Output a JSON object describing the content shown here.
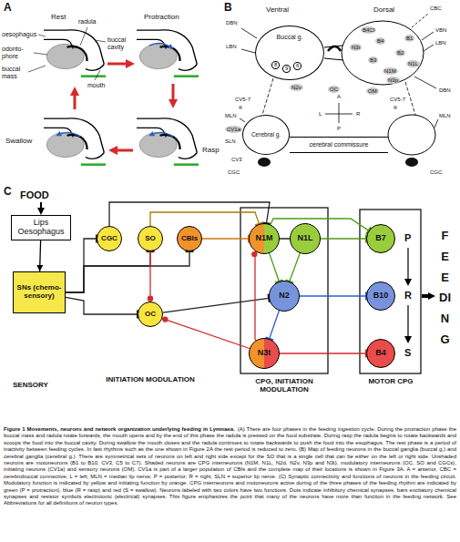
{
  "diagram": {
    "title": "Figure 1 Movements, neurons and network organization underlying feeding in Lymnaea.",
    "caption": "(A) There are four phases in the feeding ingestion cycle. During the protraction phase the buccal mass and radula rotate forwards, the mouth opens and by the end of this phase the radula is pressed on the food substrate. During rasp the radula begins to rotate backwards and scoops the food into the buccal cavity. During swallow the mouth closes and the radula continues to rotate backwards to push the food into the esophagus. The rest phase is a period of inactivity between feeding cycles. In fast rhythms such as the one shown in Figure 2A the rest period is reduced to zero. (B) Map of feeding neurons in the buccal ganglia (buccal g.) and cerebral ganglia (cerebral g.). There are symmetrical sets of neurons on left and right side except for the SO that is a single cell that can be either on the left or right side. Unshaded neurons are motoneurons (B1 to B10, CV3, C5 to C7). Shaded neurons are CPG interneurons (N1M, N1L, N2d, N2v, N3p and N3t), modulatory interneurons (OC, SO and CGCs), initiating neurons (CV1a) and sensory neurons (OM). CV1a is part of a larger population of CBIs and the complete map of their locations is shown in Figure 3A. A = anterior, CBC = cerebrobuccal connective; L = left; MLN = median lip nerve; P = posterior; R = right, SLN = superior lip nerve. (C) Synaptic connectivity and functions of neurons in the feeding circuit. Modulatory function is indicated by yellow and initiating function by orange. CPG interneurons and motoneurons active during of the three phases of the feeding rhythm are indicated by green (P = protraction), blue (R = rasp) and red (S = swallow). Neurons labeled with two colors have two functions. Dots indicate inhibitory chemical synapses, bars excitatory chemical synapses and resistor symbols electrotonic (electrical) synapses. This figure emphasizes the point that many of the neurons have more than function in the feeding network. See Abbreviations for all definitions of neuron types.",
    "nodes": [
      {
        "text": [
          "Buccal g."
        ]
      },
      {
        "text": [
          "Cerebral g."
        ]
      },
      {
        "text": [
          "cerebral commissure"
        ]
      },
      {
        "text": [
          "Lips Oesophagus"
        ]
      },
      {
        "text": [
          "SNs (chemo-sensory)"
        ]
      },
      {
        "text": [
          "CGC"
        ]
      },
      {
        "text": [
          "SO"
        ]
      },
      {
        "text": [
          "CBIs"
        ]
      },
      {
        "text": [
          "OC"
        ]
      },
      {
        "text": [
          "N1M"
        ]
      },
      {
        "text": [
          "N1L"
        ]
      },
      {
        "text": [
          "N2"
        ]
      },
      {
        "text": [
          "N3t"
        ]
      },
      {
        "text": [
          "B7"
        ]
      },
      {
        "text": [
          "B10"
        ]
      },
      {
        "text": [
          "B4"
        ]
      }
    ],
    "edges": [
      {
        "from": 3,
        "to": 4,
        "arrow": "to"
      },
      {
        "from": 4,
        "to": 5,
        "arrow": "to"
      },
      {
        "from": 4,
        "to": 6,
        "arrow": "to"
      },
      {
        "from": 4,
        "to": 7,
        "arrow": "to"
      },
      {
        "from": 4,
        "to": 8,
        "arrow": "to"
      },
      {
        "from": 5,
        "to": 9,
        "arrow": "to"
      },
      {
        "from": 6,
        "to": 9,
        "arrow": "to"
      },
      {
        "from": 7,
        "to": 9,
        "arrow": "to"
      },
      {
        "from": 8,
        "to": 11,
        "arrow": "to"
      },
      {
        "from": 6,
        "to": 8,
        "arrow": "to"
      },
      {
        "from": 9,
        "to": 10,
        "arrow": "none"
      },
      {
        "from": 9,
        "to": 11,
        "arrow": "to"
      },
      {
        "from": 10,
        "to": 11,
        "arrow": "to"
      },
      {
        "from": 11,
        "to": 12,
        "arrow": "to"
      },
      {
        "from": 12,
        "to": 9,
        "arrow": "to"
      },
      {
        "from": 12,
        "to": 8,
        "arrow": "to"
      },
      {
        "from": 9,
        "to": 13,
        "arrow": "to"
      },
      {
        "from": 10,
        "to": 13,
        "arrow": "to"
      },
      {
        "from": 11,
        "to": 14,
        "arrow": "to"
      },
      {
        "from": 12,
        "to": 15,
        "arrow": "to"
      }
    ],
    "labels": [
      "A",
      "Rest",
      "Protraction",
      "oesophagus",
      "radula",
      "buccal cavity",
      "odonto-phore",
      "buccal mass",
      "mouth",
      "Swallow",
      "Rasp",
      "B",
      "Ventral",
      "Dorsal",
      "DBN",
      "LBN",
      "CBC",
      "VBN",
      "LBN",
      "8",
      "9",
      "6",
      "B4Cl",
      "B4",
      "B1",
      "B2",
      "B3",
      "N1L",
      "N1M",
      "N3t",
      "OM",
      "N3p",
      "OC",
      "N2v",
      "A",
      "L",
      "R",
      "P",
      "CV5-7",
      "CV5-7",
      "MLN",
      "MLN",
      "CV1a",
      "SLN",
      "CV3",
      "CGC",
      "CGC",
      "DBN",
      "C",
      "FOOD",
      "SENSORY",
      "INITIATION MODULATION",
      "CPG, INITIATION MODULATION",
      "MOTOR CPG",
      "P",
      "R",
      "S",
      "FEEDING"
    ]
  }
}
